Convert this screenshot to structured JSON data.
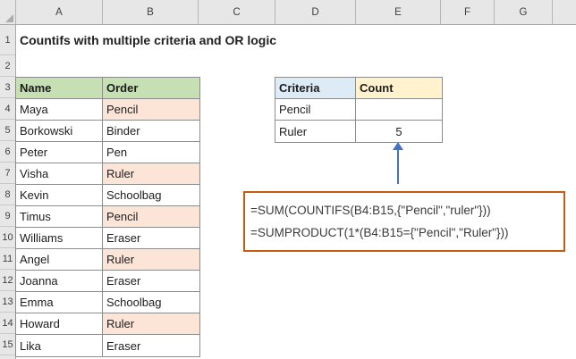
{
  "title": "Countifs with multiple criteria and OR logic",
  "grid": {
    "columns": [
      "A",
      "B",
      "C",
      "D",
      "E",
      "F",
      "G"
    ],
    "rows": [
      "1",
      "2",
      "3",
      "4",
      "5",
      "6",
      "7",
      "8",
      "9",
      "10",
      "11",
      "12",
      "13",
      "14",
      "15"
    ]
  },
  "data_table": {
    "headers": {
      "name": "Name",
      "order": "Order"
    },
    "rows": [
      {
        "name": "Maya",
        "order": "Pencil",
        "highlight": true
      },
      {
        "name": "Borkowski",
        "order": "Binder",
        "highlight": false
      },
      {
        "name": "Peter",
        "order": "Pen",
        "highlight": false
      },
      {
        "name": "Visha",
        "order": "Ruler",
        "highlight": true
      },
      {
        "name": "Kevin",
        "order": "Schoolbag",
        "highlight": false
      },
      {
        "name": "Timus",
        "order": "Pencil",
        "highlight": true
      },
      {
        "name": "Williams",
        "order": "Eraser",
        "highlight": false
      },
      {
        "name": "Angel",
        "order": "Ruler",
        "highlight": true
      },
      {
        "name": "Joanna",
        "order": "Eraser",
        "highlight": false
      },
      {
        "name": "Emma",
        "order": "Schoolbag",
        "highlight": false
      },
      {
        "name": "Howard",
        "order": "Ruler",
        "highlight": true
      },
      {
        "name": "Lika",
        "order": "Eraser",
        "highlight": false
      }
    ]
  },
  "criteria_table": {
    "headers": {
      "criteria": "Criteria",
      "count": "Count"
    },
    "rows": [
      {
        "criteria": "Pencil",
        "count": ""
      },
      {
        "criteria": "Ruler",
        "count": "5"
      }
    ]
  },
  "formulas": {
    "countifs": "=SUM(COUNTIFS(B4:B15,{\"Pencil\",\"ruler\"}))",
    "sumproduct": "=SUMPRODUCT(1*(B4:B15={\"Pencil\",\"Ruler\"}))"
  },
  "colors": {
    "header_green": "#C6E0B4",
    "highlight_peach": "#FCE4D6",
    "criteria_blue": "#DDEBF7",
    "count_yellow": "#FFF2CC",
    "arrow_blue": "#4472C4",
    "callout_border_orange": "#C55A11"
  }
}
